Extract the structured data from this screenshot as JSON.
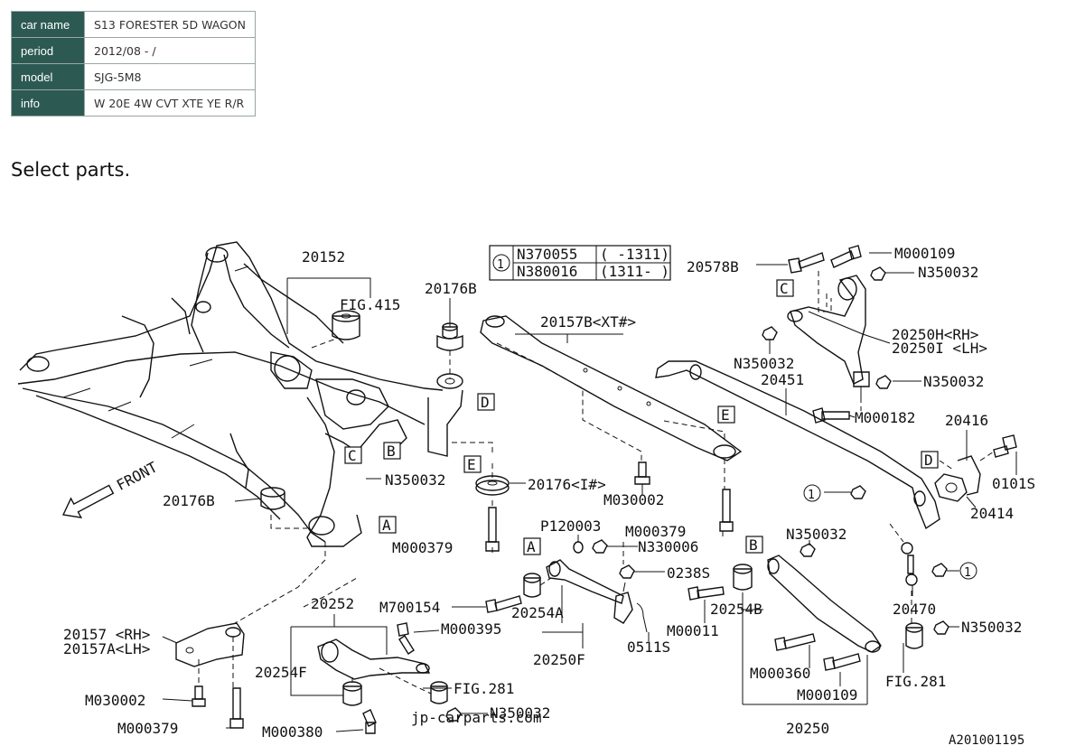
{
  "info": {
    "rows": [
      {
        "key": "car name",
        "value": "S13 FORESTER 5D WAGON"
      },
      {
        "key": "period",
        "value": "2012/08 - /"
      },
      {
        "key": "model",
        "value": "SJG-5M8"
      },
      {
        "key": "info",
        "value": "W 20E 4W CVT XTE YE R/R"
      }
    ]
  },
  "heading": "Select parts.",
  "callout_table": {
    "marker": "1",
    "rows": [
      {
        "part": "N370055",
        "period": "( -1311)"
      },
      {
        "part": "N380016",
        "period": "(1311- )"
      }
    ]
  },
  "labels": {
    "p20152": "20152",
    "fig415": "FIG.415",
    "p20176b_top": "20176B",
    "p20157b": "20157B<XT#>",
    "p20578b": "20578B",
    "m000109_top": "M000109",
    "n350032_top": "N350032",
    "p20250h": "20250H<RH>",
    "p20250i": "20250I <LH>",
    "n350032_c": "N350032",
    "p20451": "20451",
    "n350032_r": "N350032",
    "m000182": "M000182",
    "p20416": "20416",
    "p0101s": "0101S",
    "p20414": "20414",
    "n350032_mid": "N350032",
    "p20176i": "20176<I#>",
    "m030002_mid": "M030002",
    "p20176b_left": "20176B",
    "m000379_mid": "M000379",
    "p120003": "P120003",
    "n330006": "N330006",
    "m000379_right": "M000379",
    "n350032_b": "N350032",
    "p0238s": "0238S",
    "p20470": "20470",
    "p20252": "20252",
    "m700154": "M700154",
    "p20254a": "20254A",
    "p20254b": "20254B",
    "m000395": "M000395",
    "p20157rh": "20157 <RH>",
    "p20157alh": "20157A<LH>",
    "p20254f": "20254F",
    "p20250f": "20250F",
    "p0511s": "0511S",
    "m00011": "M00011",
    "n350032_br": "N350032",
    "m000360": "M000360",
    "fig281_r": "FIG.281",
    "m000109_b": "M000109",
    "m030002_l": "M030002",
    "fig281_m": "FIG.281",
    "m000379_l": "M000379",
    "m000380": "M000380",
    "n350032_bm": "N350032",
    "p20250": "20250",
    "diagram_code": "A201001195",
    "front": "FRONT",
    "watermark": "jp-carparts.com"
  },
  "boxed_letters": {
    "A1": "A",
    "A2": "A",
    "B1": "B",
    "B2": "B",
    "C1": "C",
    "C2": "C",
    "D1": "D",
    "D2": "D",
    "E1": "E",
    "E2": "E"
  },
  "circled": {
    "c1": "1",
    "c2": "1"
  }
}
